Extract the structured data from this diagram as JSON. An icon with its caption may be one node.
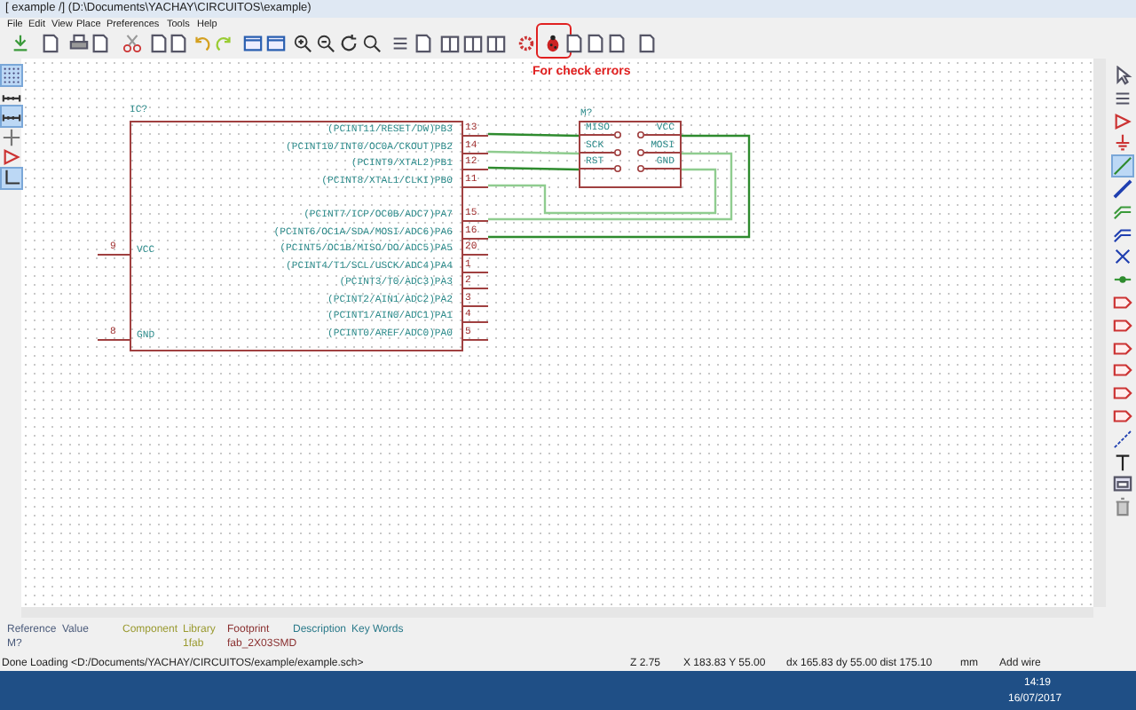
{
  "diagram": {
    "nodes": [
      {
        "text": [
          "IC?"
        ]
      },
      {
        "text": [
          "(PCINT11/RESET/DW)PB3",
          "13"
        ],
        "in": 0
      },
      {
        "text": [
          "(PCINT10/INT0/OC0A/CKOUT)PB2",
          "14"
        ],
        "in": 0
      },
      {
        "text": [
          "(PCINT9/XTAL2)PB1",
          "12"
        ],
        "in": 0
      },
      {
        "text": [
          "(PCINT8/XTAL1/CLKI)PB0",
          "11"
        ],
        "in": 0
      },
      {
        "text": [
          "(PCINT7/ICP/OC0B/ADC7)PA7",
          "15"
        ],
        "in": 0
      },
      {
        "text": [
          "(PCINT6/OC1A/SDA/MOSI/ADC6)PA6",
          "16"
        ],
        "in": 0
      },
      {
        "text": [
          "(PCINT5/OC1B/MISO/DO/ADC5)PA5",
          "20"
        ],
        "in": 0
      },
      {
        "text": [
          "(PCINT4/T1/SCL/USCK/ADC4)PA4",
          "1"
        ],
        "in": 0
      },
      {
        "text": [
          "(PCINT3/T0/ADC3)PA3",
          "2"
        ],
        "in": 0
      },
      {
        "text": [
          "(PCINT2/AIN1/ADC2)PA2",
          "3"
        ],
        "in": 0
      },
      {
        "text": [
          "(PCINT1/AIN0/ADC1)PA1",
          "4"
        ],
        "in": 0
      },
      {
        "text": [
          "(PCINT0/AREF/ADC0)PA0",
          "5"
        ],
        "in": 0
      },
      {
        "text": [
          "VCC",
          "9"
        ]
      },
      {
        "text": [
          "GND",
          "8"
        ]
      },
      {
        "text": [
          "M?"
        ]
      },
      {
        "text": [
          "MISO"
        ],
        "in": 15
      },
      {
        "text": [
          "SCK"
        ],
        "in": 15
      },
      {
        "text": [
          "RST"
        ],
        "in": 15
      },
      {
        "text": [
          "VCC"
        ],
        "in": 15
      },
      {
        "text": [
          "MOSI"
        ],
        "in": 15
      },
      {
        "text": [
          "GND"
        ],
        "in": 15
      }
    ],
    "edges": [
      {
        "from": 1,
        "to": 16,
        "arrow": "none",
        "color": "#2e8b2e"
      },
      {
        "from": 2,
        "to": 17,
        "arrow": "none",
        "color": "#8fcc8f"
      },
      {
        "from": 3,
        "to": 18,
        "arrow": "none",
        "color": "#2e8b2e"
      },
      {
        "from": 4,
        "to": 21,
        "arrow": "none",
        "color": "#8fcc8f"
      },
      {
        "from": 5,
        "to": 20,
        "arrow": "none",
        "color": "#8fcc8f"
      },
      {
        "from": 6,
        "to": 19,
        "arrow": "none",
        "color": "#2e8b2e"
      }
    ],
    "labels": [
      "[ example /] (D:\\Documents\\YACHAY\\CIRCUITOS\\example)",
      "File",
      "Edit",
      "View",
      "Place",
      "Preferences",
      "Tools",
      "Help",
      "For check errors",
      "Reference",
      "Value",
      "Component",
      "Library",
      "Footprint",
      "Description",
      "Key Words",
      "M?",
      "1fab",
      "fab_2X03SMD",
      "Done Loading <D:/Documents/YACHAY/CIRCUITOS/example/example.sch>",
      "Z 2.75",
      "X 183.83 Y 55.00",
      "dx 165.83 dy 55.00 dist 175.10",
      "mm",
      "Add wire",
      "14:19",
      "16/07/2017"
    ]
  }
}
